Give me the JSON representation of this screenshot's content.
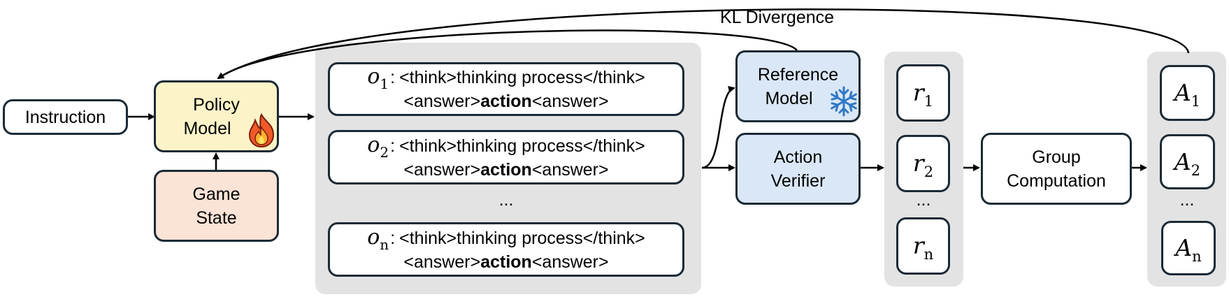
{
  "kl_label": "KL Divergence",
  "instruction": "Instruction",
  "policy_model": {
    "line1": "Policy",
    "line2": "Model"
  },
  "game_state": {
    "line1": "Game",
    "line2": "State"
  },
  "outputs": [
    {
      "symbol": "o",
      "sub": "1",
      "colon": ":",
      "think": "<think>thinking process</think>",
      "answer_open": "<answer>",
      "action": "action",
      "answer_close": "<answer>"
    },
    {
      "symbol": "o",
      "sub": "2",
      "colon": ":",
      "think": "<think>thinking process</think>",
      "answer_open": "<answer>",
      "action": "action",
      "answer_close": "<answer>"
    },
    {
      "symbol": "o",
      "sub": "n",
      "colon": ":",
      "think": "<think>thinking process</think>",
      "answer_open": "<answer>",
      "action": "action",
      "answer_close": "<answer>"
    }
  ],
  "outputs_ellipsis": "...",
  "reference_model": {
    "line1": "Reference",
    "line2": "Model"
  },
  "action_verifier": {
    "line1": "Action",
    "line2": "Verifier"
  },
  "rewards": [
    {
      "symbol": "r",
      "sub": "1"
    },
    {
      "symbol": "r",
      "sub": "2"
    },
    {
      "symbol": "r",
      "sub": "n"
    }
  ],
  "rewards_ellipsis": "...",
  "group_computation": {
    "line1": "Group",
    "line2": "Computation"
  },
  "advantages": [
    {
      "symbol": "A",
      "sub": "1"
    },
    {
      "symbol": "A",
      "sub": "2"
    },
    {
      "symbol": "A",
      "sub": "n"
    }
  ],
  "advantages_ellipsis": "...",
  "icons": {
    "fire": "fire-icon",
    "snowflake": "snowflake-icon"
  },
  "colors": {
    "panel": "#e3e3e3",
    "border": "#1b2a35",
    "policy_fill": "#fdf3c8",
    "game_state_fill": "#fbe3d6",
    "blue_fill": "#dae7f6"
  }
}
